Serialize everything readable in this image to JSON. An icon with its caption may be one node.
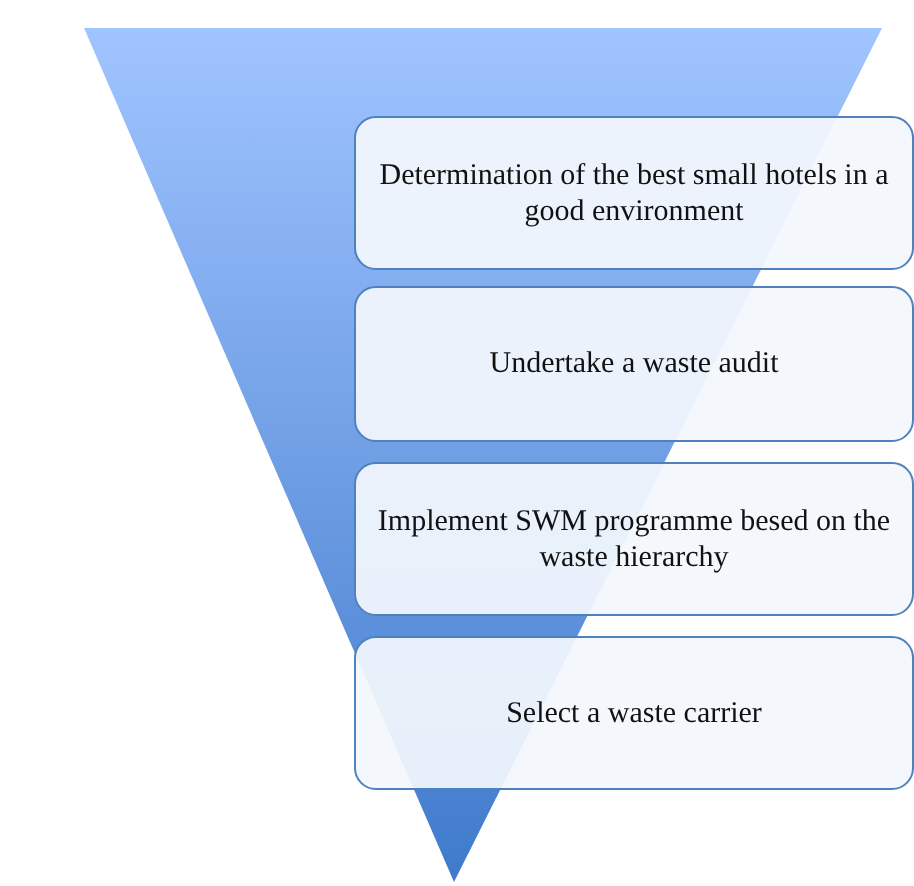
{
  "diagram": {
    "nodes": [
      {
        "text": [
          "Determination of the best small hotels in a good environment"
        ]
      },
      {
        "text": [
          "Undertake a waste audit"
        ]
      },
      {
        "text": [
          "Implement SWM programme besed on the waste hierarchy"
        ]
      },
      {
        "text": [
          "Select a waste carrier"
        ]
      }
    ]
  }
}
